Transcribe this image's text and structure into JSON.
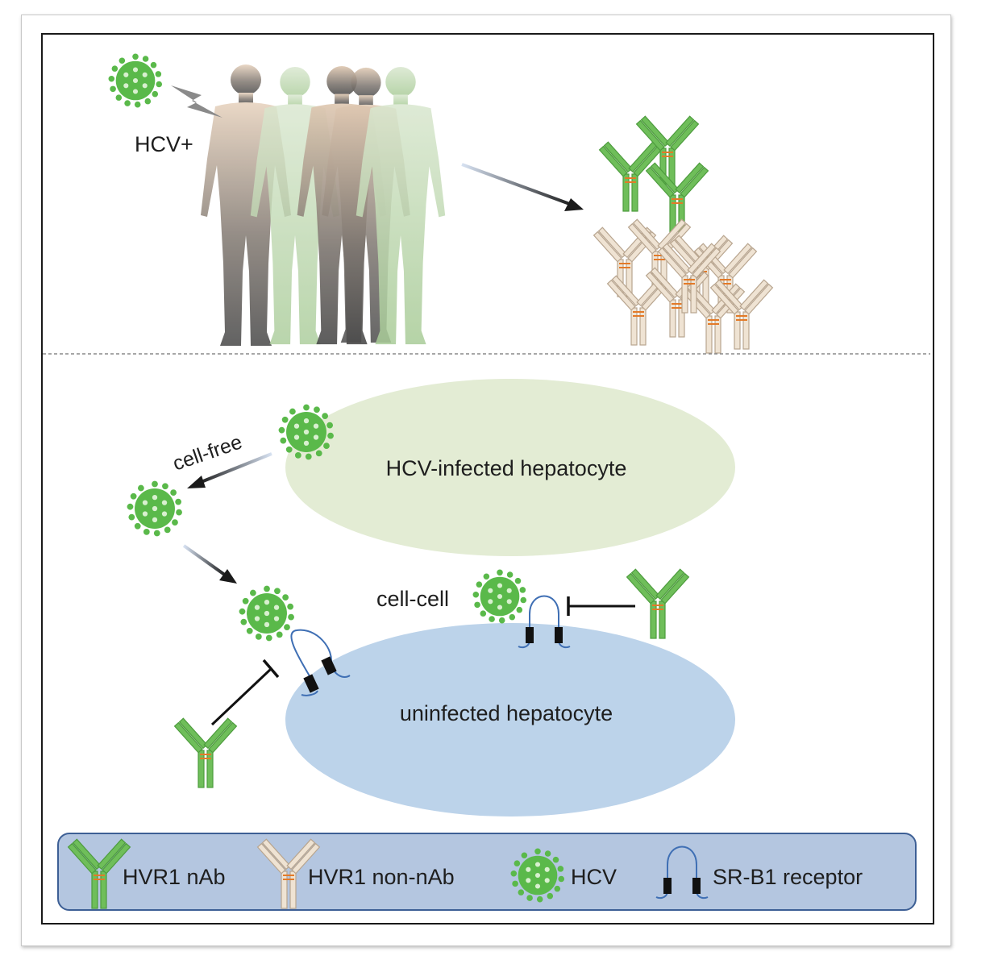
{
  "top_panel": {
    "patient_label": "HCV+"
  },
  "cells": {
    "infected_label": "HCV-infected hepatocyte",
    "uninfected_label": "uninfected hepatocyte"
  },
  "routes": {
    "cell_free_label": "cell-free",
    "cell_cell_label": "cell-cell"
  },
  "legend": {
    "items": [
      {
        "key": "nab",
        "label": "HVR1 nAb"
      },
      {
        "key": "nonnab",
        "label": "HVR1 non-nAb"
      },
      {
        "key": "hcv",
        "label": "HCV"
      },
      {
        "key": "srb1",
        "label": "SR-B1 receptor"
      }
    ]
  },
  "colors": {
    "virus_green": "#5ab94a",
    "nab_green": "#5fae4b",
    "nonnab_beige": "#e8d8c2",
    "infected_cell": "#e3ecd4",
    "uninfected_cell": "#bcd3ea",
    "legend_bg": "#b4c6e0",
    "receptor_blue": "#3f6fb4"
  }
}
